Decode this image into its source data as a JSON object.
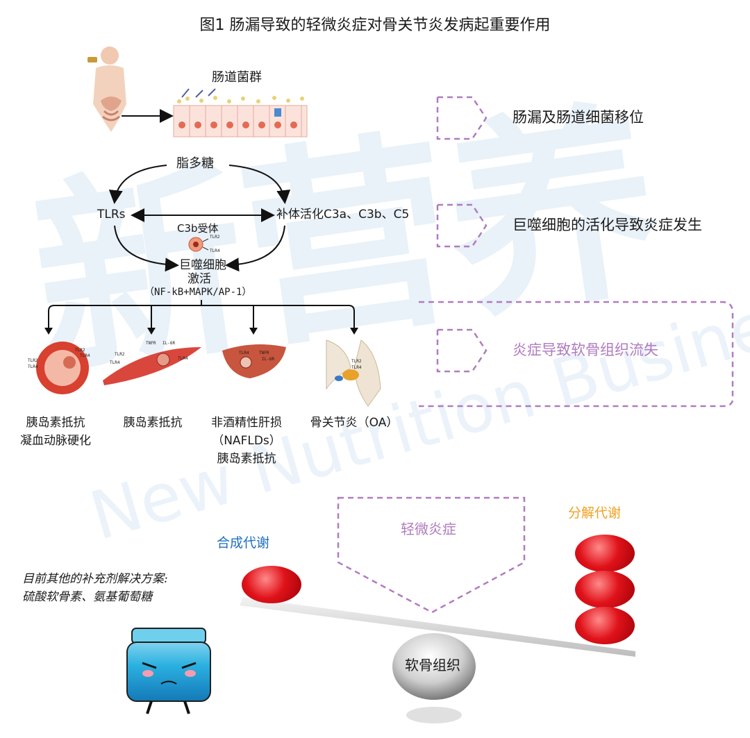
{
  "title": "图1 肠漏导致的轻微炎症对骨关节炎发病起重要作用",
  "flow": {
    "gut_microbiota": "肠道菌群",
    "lps": "脂多糖",
    "tlrs": "TLRs",
    "complement": "补体活化C3a、C3b、C5",
    "c3b_receptor": "C3b受体",
    "macrophage_line1": "巨噬细胞",
    "macrophage_line2": "激活",
    "pathway": "（NF-kB+MAPK/AP-1）",
    "tlr2": "TLR2",
    "tlr4": "TLR4"
  },
  "right_labels": {
    "leak": "肠漏及肠道细菌移位",
    "activation": "巨噬细胞的活化导致炎症发生",
    "cartilage_loss": "炎症导致软骨组织流失"
  },
  "outcomes": [
    {
      "line1": "胰岛素抵抗",
      "line2": "凝血动脉硬化",
      "line3": ""
    },
    {
      "line1": "胰岛素抵抗",
      "line2": "",
      "line3": ""
    },
    {
      "line1": "非酒精性肝损",
      "line2": "（NAFLDs）",
      "line3": "胰岛素抵抗"
    },
    {
      "line1": "骨关节炎（OA）",
      "line2": "",
      "line3": ""
    }
  ],
  "organ_labels": {
    "a": [
      "TLR2",
      "TLR4",
      "TLR2",
      "TLR4"
    ],
    "b": [
      "TNFR",
      "IL-6R",
      "TLR2",
      "TLR4",
      "TLR4"
    ],
    "c": [
      "TLR4",
      "TNFR",
      "IL-6R"
    ],
    "d": [
      "TLR2",
      "TLR4"
    ]
  },
  "balance": {
    "anabolism": "合成代谢",
    "catabolism": "分解代谢",
    "mild_inflammation": "轻微炎症",
    "cartilage": "软骨组织",
    "other_solutions_line1": "目前其他的补充剂解决方案:",
    "other_solutions_line2": "硫酸软骨素、氨基葡萄糖"
  },
  "watermark": {
    "cn": "新营养",
    "en": "New Nutrition Business"
  },
  "colors": {
    "purple": "#b07bbf",
    "blue_label": "#1f6fbf",
    "orange_label": "#f0a020",
    "pill_red": "#e0121a",
    "jar": "#1aa0d8"
  }
}
